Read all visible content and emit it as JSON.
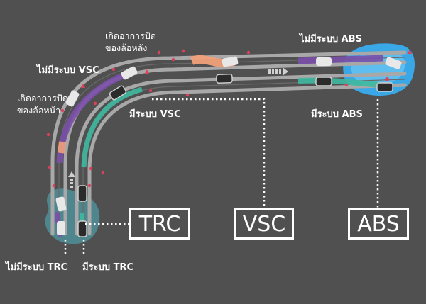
{
  "labels": {
    "skid_rear": "เกิดอาการปัด\nของล้อหลัง",
    "no_vsc": "ไม่มีระบบ VSC",
    "skid_front": "เกิดอาการปัด\nของล้อหน้า",
    "with_vsc": "มีระบบ VSC",
    "no_abs": "ไม่มีระบบ ABS",
    "with_abs": "มีระบบ ABS",
    "no_trc": "ไม่มีระบบ TRC",
    "with_trc": "มีระบบ TRC"
  },
  "boxes": {
    "trc": "TRC",
    "vsc": "VSC",
    "abs": "ABS"
  },
  "colors": {
    "background": "#505050",
    "road": "#9a9a9a",
    "no_system_path": "#7a4fa8",
    "with_system_path": "#3fb9a0",
    "skid_path": "#f0a07a",
    "marker": "#e0405a",
    "water": "#4aa8e0",
    "ice": "#5b9aa8"
  },
  "icons": [
    "car-icon",
    "warning-triangle-icon",
    "direction-arrow-icon"
  ]
}
